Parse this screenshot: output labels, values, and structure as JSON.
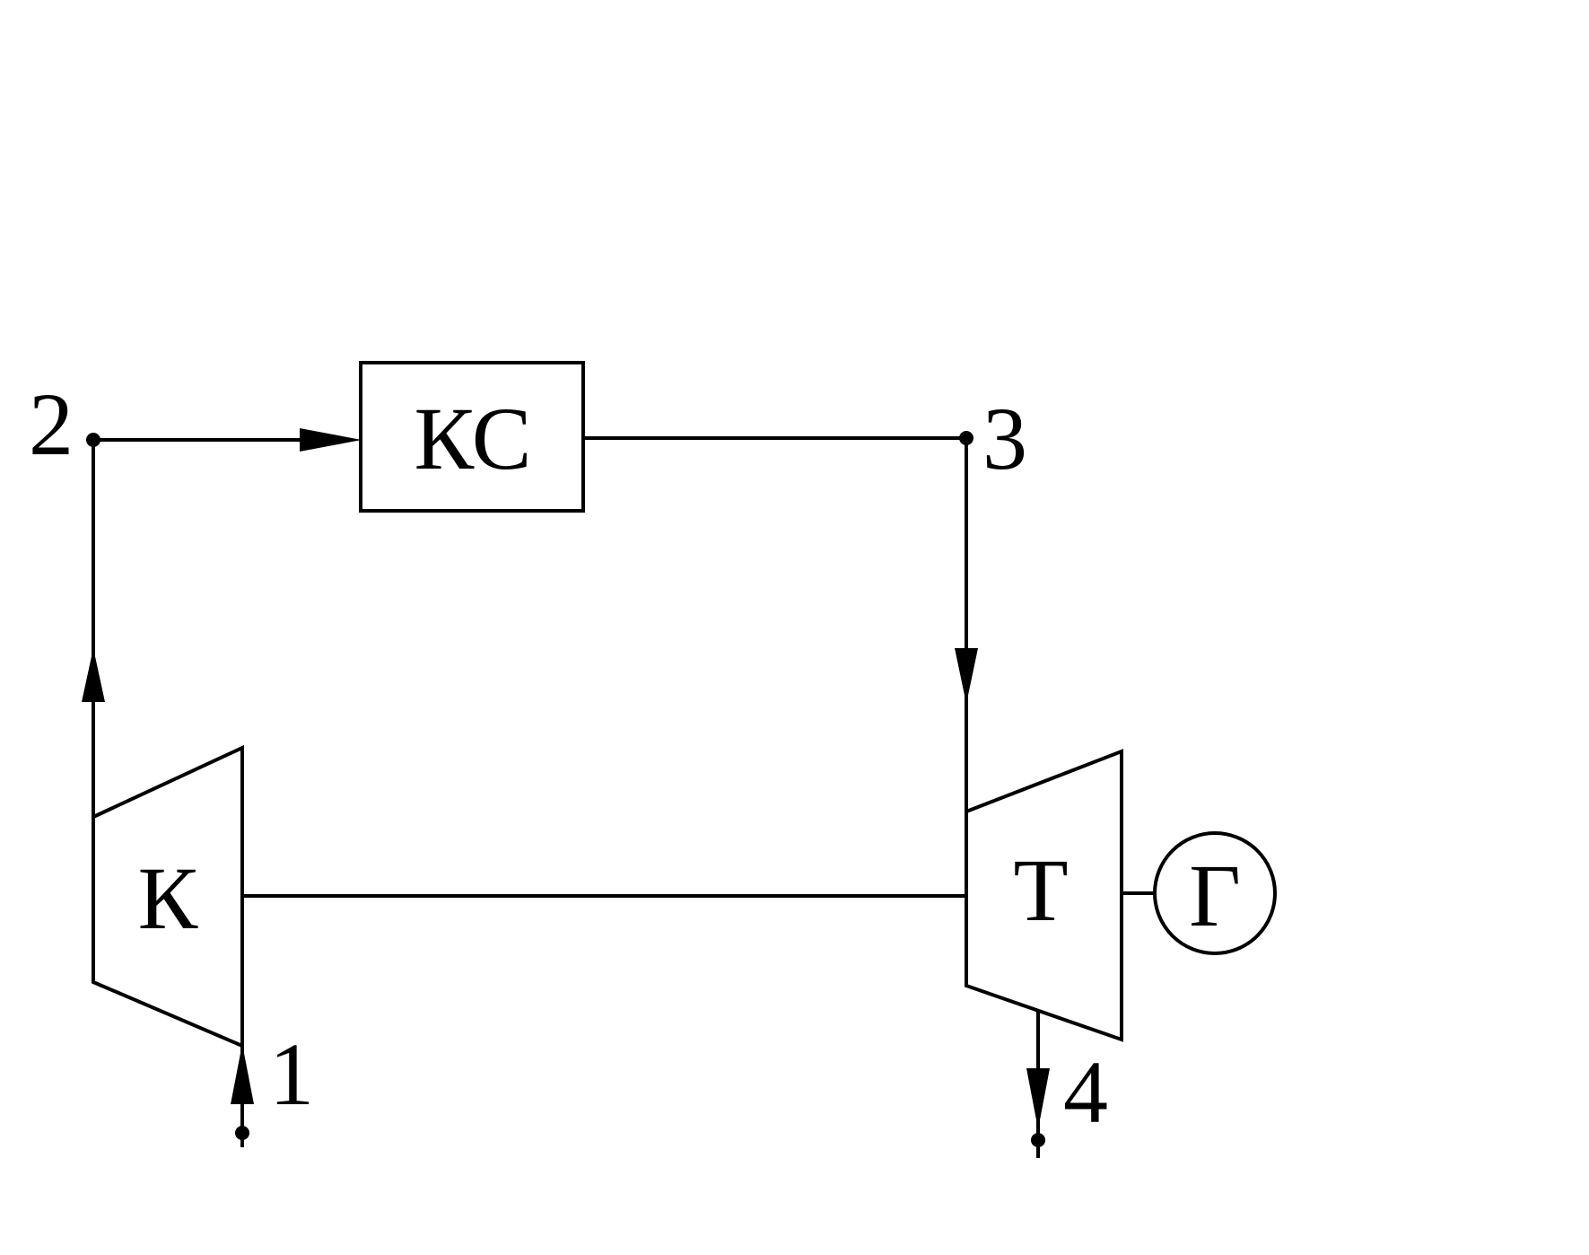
{
  "diagram": {
    "units": {
      "compressor": "К",
      "combustion_chamber": "КС",
      "turbine": "Т",
      "generator": "Г"
    },
    "points": {
      "p1": "1",
      "p2": "2",
      "p3": "3",
      "p4": "4"
    },
    "colors": {
      "stroke": "#000000",
      "background": "#ffffff"
    }
  }
}
